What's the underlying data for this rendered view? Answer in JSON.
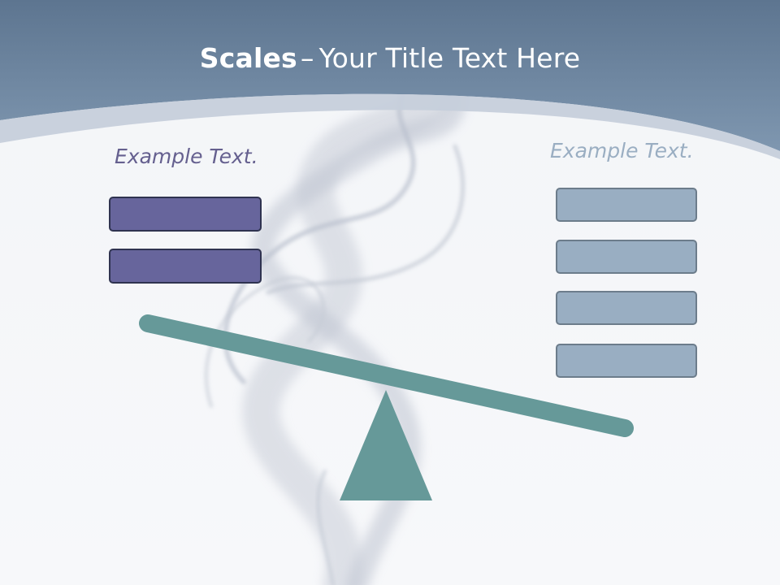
{
  "slide": {
    "title_bold": "Scales",
    "title_dash": "–",
    "title_rest": "Your Title Text Here"
  },
  "left_group": {
    "label": "Example Text.",
    "box_count": 2,
    "color": "#67659c"
  },
  "right_group": {
    "label": "Example Text.",
    "box_count": 4,
    "color": "#99aec2"
  },
  "scale": {
    "beam_color": "#669999",
    "fulcrum_color": "#669999"
  },
  "theme": {
    "header_color": "#6b849e",
    "header_highlight": "#c3ccd8",
    "background": "#f5f7fa"
  }
}
